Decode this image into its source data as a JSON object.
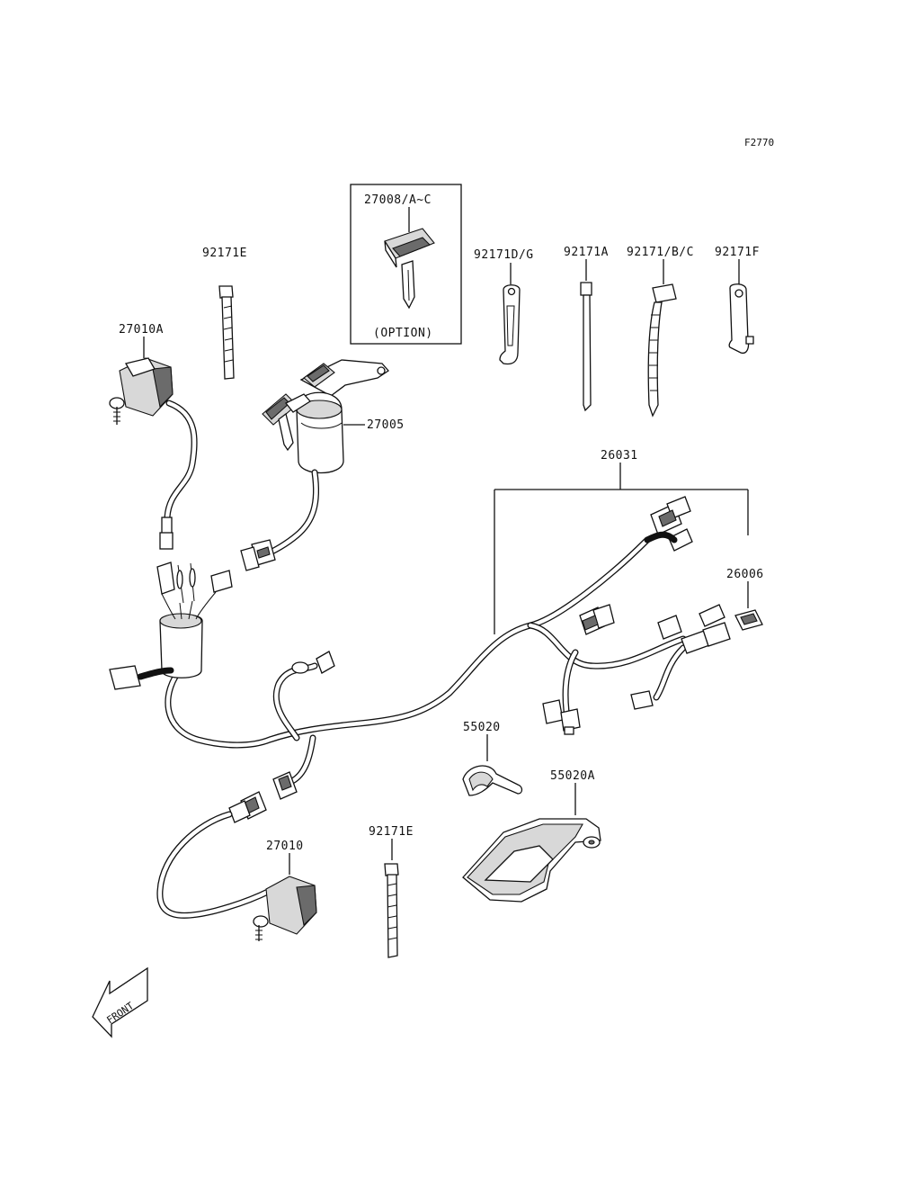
{
  "figure_code": "F2770",
  "option_label": "(OPTION)",
  "front_label": "FRONT",
  "callouts": {
    "c_27008": "27008/A~C",
    "c_92171E_top": "92171E",
    "c_27010A": "27010A",
    "c_27005": "27005",
    "c_92171DG": "92171D/G",
    "c_92171A": "92171A",
    "c_92171BC": "92171/B/C",
    "c_92171F": "92171F",
    "c_26031": "26031",
    "c_26006": "26006",
    "c_55020": "55020",
    "c_55020A": "55020A",
    "c_27010": "27010",
    "c_92171E_bottom": "92171E"
  }
}
